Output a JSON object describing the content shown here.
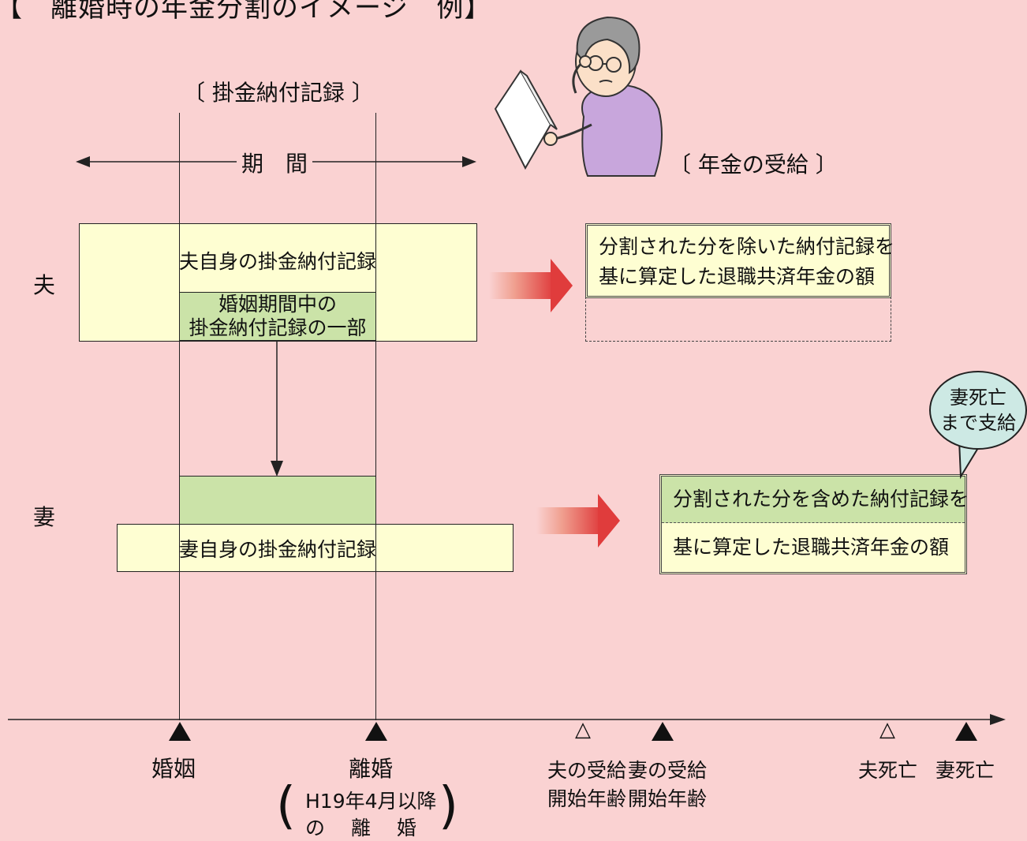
{
  "title": "【　離婚時の年金分割のイメージ　例】",
  "labels": {
    "kakekin_record": "〔 掛金納付記録 〕",
    "period": "期　間",
    "pension_receipt": "〔 年金の受給 〕",
    "husband": "夫",
    "wife": "妻"
  },
  "husband_boxes": {
    "own_record": "夫自身の掛金納付記録",
    "split_line1": "婚姻期間中の",
    "split_line2": "掛金納付記録の一部"
  },
  "wife_boxes": {
    "own_record": "妻自身の掛金納付記録"
  },
  "results": {
    "husband_line1": "分割された分を除いた納付記録を",
    "husband_line2": "基に算定した退職共済年金の額",
    "wife_line1": "分割された分を含めた納付記録を",
    "wife_line2": "基に算定した退職共済年金の額"
  },
  "bubble": {
    "line1": "妻死亡",
    "line2": "まで支給"
  },
  "timeline": {
    "marriage": "婚姻",
    "divorce": "離婚",
    "divorce_note_line1": "H19年4月以降",
    "divorce_note_line2": "の　 離　 婚",
    "husband_start_line1": "夫の受給",
    "husband_start_line2": "開始年齢",
    "wife_start_line1": "妻の受給",
    "wife_start_line2": "開始年齢",
    "husband_death": "夫死亡",
    "wife_death": "妻死亡"
  },
  "icons": {
    "illustration": "elderly-woman-reading-document-icon"
  },
  "colors": {
    "background": "#fad2d2",
    "yellow_box": "#fefed2",
    "green_box": "#cbe3a8",
    "bubble": "#cde9e4",
    "arrow": "#e03c3c"
  }
}
